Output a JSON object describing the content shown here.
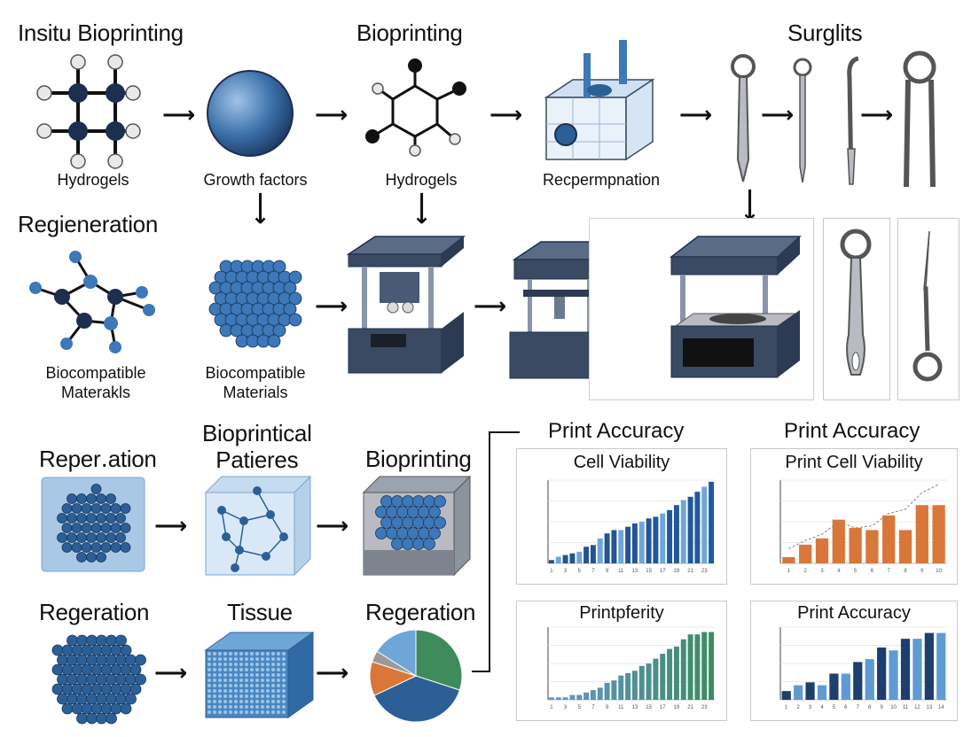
{
  "headings": {
    "insitu": "Insitu Bioprinting",
    "bioprinting_top": "Bioprinting",
    "surglits": "Surglits",
    "regeneration": "Regieneration",
    "row3_a": "Reper․ation",
    "row3_b_line1": "Bioprintical",
    "row3_b_line2": "Patieres",
    "row3_c": "Bioprinting",
    "row4_a": "Regeration",
    "row4_b": "Tissue",
    "row4_c": "Regeration",
    "print_accuracy_1": "Print Accuracy",
    "print_accuracy_2": "Print Accuracy"
  },
  "captions": {
    "hydrogels_1": "Hydrogels",
    "growth_factors": "Growth factors",
    "hydrogels_2": "Hydrogels",
    "recpermpnation": "Recpermpnation",
    "biocompat_1_line1": "Biocompatible",
    "biocompat_1_line2": "Materakls",
    "biocompat_2_line1": "Biocompatible",
    "biocompat_2_line2": "Materials"
  },
  "colors": {
    "navy": "#1d2f4f",
    "mid_blue": "#3d78b8",
    "light_blue": "#8fb7de",
    "orange": "#d9773a",
    "green": "#3f8b5c",
    "machine": "#3b4a63",
    "steel": "#b8bcc2"
  },
  "chart_data": [
    {
      "type": "bar",
      "title": "Cell Viability",
      "categories": [
        "1",
        "2",
        "3",
        "4",
        "5",
        "6",
        "7",
        "8",
        "9",
        "10",
        "11",
        "12",
        "13",
        "14",
        "15",
        "16",
        "17",
        "18",
        "19",
        "20",
        "21",
        "22",
        "23",
        "24"
      ],
      "series": [
        {
          "values": [
            2,
            4,
            5,
            6,
            7,
            10,
            11,
            15,
            18,
            20,
            20,
            22,
            24,
            25,
            27,
            28,
            30,
            32,
            35,
            38,
            40,
            43,
            46,
            49
          ]
        }
      ],
      "ylim": [
        0,
        50
      ],
      "color_scheme": "blue gradient"
    },
    {
      "type": "bar",
      "title": "Print Cell Viability",
      "categories": [
        "1",
        "2",
        "3",
        "4",
        "5",
        "6",
        "7",
        "8",
        "9",
        "10"
      ],
      "series": [
        {
          "values": [
            3,
            9,
            12,
            21,
            17,
            16,
            23,
            16,
            28,
            28
          ]
        }
      ],
      "trend_line": [
        7,
        11,
        14,
        20,
        17,
        18,
        24,
        26,
        34,
        38
      ],
      "ylim": [
        0,
        40
      ],
      "color": "#d9773a"
    },
    {
      "type": "bar",
      "title": "Printpferity",
      "categories": [
        "1",
        "2",
        "3",
        "4",
        "5",
        "6",
        "7",
        "8",
        "9",
        "10",
        "11",
        "12",
        "13",
        "14",
        "15",
        "16",
        "17",
        "18",
        "19",
        "20",
        "21",
        "22",
        "23",
        "24"
      ],
      "series": [
        {
          "values": [
            1,
            1,
            1,
            2,
            2,
            3,
            4,
            5,
            7,
            8,
            10,
            11,
            12,
            14,
            15,
            17,
            19,
            21,
            22,
            25,
            27,
            27,
            28,
            28
          ]
        }
      ],
      "ylim": [
        0,
        30
      ],
      "color_scheme": "blue to green gradient"
    },
    {
      "type": "bar",
      "title": "Print Accuracy",
      "categories": [
        "1",
        "2",
        "3",
        "4",
        "5",
        "6",
        "7",
        "8",
        "9",
        "10",
        "11",
        "12",
        "13",
        "14"
      ],
      "series": [
        {
          "values": [
            3,
            5,
            6,
            5,
            9,
            9,
            13,
            14,
            18,
            17,
            21,
            21,
            23,
            23
          ]
        }
      ],
      "ylim": [
        0,
        25
      ],
      "color_scheme": "alternating navy and light blue"
    },
    {
      "type": "pie",
      "title": "",
      "values": [
        30,
        38,
        12,
        4,
        16
      ],
      "colors": [
        "#3f8b5c",
        "#2d5f97",
        "#d9773a",
        "#9a9a9a",
        "#6fa6d8"
      ]
    }
  ]
}
